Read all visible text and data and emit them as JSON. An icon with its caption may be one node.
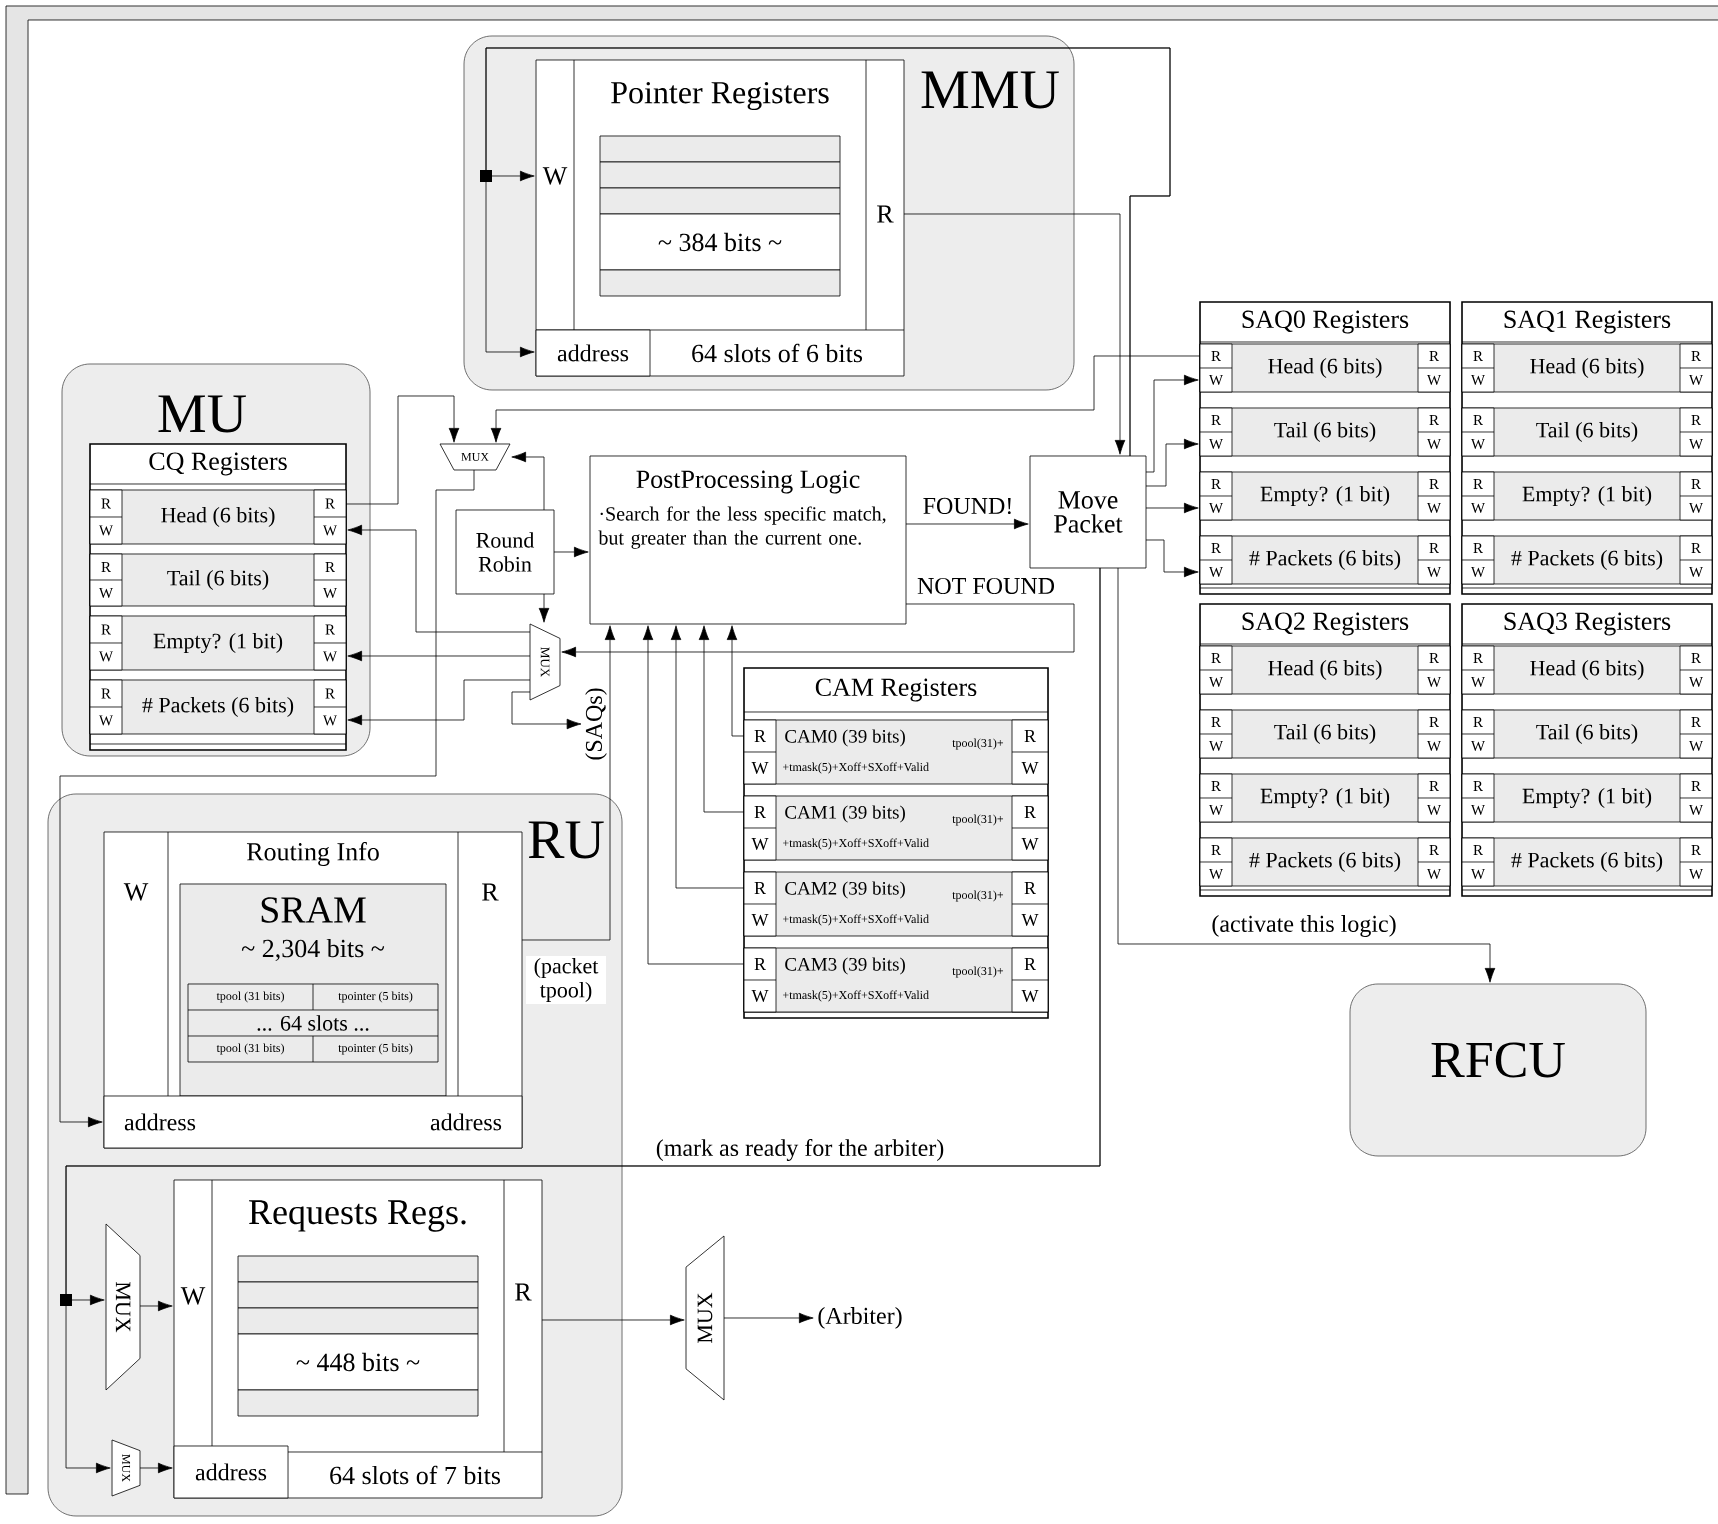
{
  "diagram": {
    "nodes": [
      {
        "text": [
          "MMU"
        ]
      },
      {
        "text": [
          "Pointer Registers",
          "W",
          "R",
          "~ 384 bits ~",
          "64 slots of 6 bits"
        ],
        "in": 0
      },
      {
        "text": [
          "address"
        ],
        "in": 1
      },
      {
        "text": [
          "MU"
        ]
      },
      {
        "text": [
          "CQ Registers"
        ],
        "in": 3
      },
      {
        "text": [
          "R",
          "W",
          "Head (6 bits)",
          "R",
          "W"
        ],
        "in": 4
      },
      {
        "text": [
          "R",
          "W",
          "Tail (6 bits)",
          "R",
          "W"
        ],
        "in": 4
      },
      {
        "text": [
          "R",
          "W",
          "Empty? (1 bit)",
          "R",
          "W"
        ],
        "in": 4
      },
      {
        "text": [
          "R",
          "W",
          "# Packets (6 bits)",
          "R",
          "W"
        ],
        "in": 4
      },
      {
        "text": [
          "MUX"
        ]
      },
      {
        "text": [
          "Round Robin"
        ]
      },
      {
        "text": [
          "PostProcessing Logic",
          "·Search for the less specific match, but greater than the current one."
        ]
      },
      {
        "text": [
          "MUX"
        ]
      },
      {
        "text": [
          "Move Packet"
        ]
      },
      {
        "text": [
          "SAQ0 Registers"
        ]
      },
      {
        "text": [
          "R",
          "W",
          "Head (6 bits)",
          "R",
          "W"
        ],
        "in": 14
      },
      {
        "text": [
          "R",
          "W",
          "Tail (6 bits)",
          "R",
          "W"
        ],
        "in": 14
      },
      {
        "text": [
          "R",
          "W",
          "Empty? (1 bit)",
          "R",
          "W"
        ],
        "in": 14
      },
      {
        "text": [
          "R",
          "W",
          "# Packets (6 bits)",
          "R",
          "W"
        ],
        "in": 14
      },
      {
        "text": [
          "SAQ1 Registers"
        ]
      },
      {
        "text": [
          "R",
          "W",
          "Head (6 bits)",
          "R",
          "W"
        ],
        "in": 19
      },
      {
        "text": [
          "R",
          "W",
          "Tail (6 bits)",
          "R",
          "W"
        ],
        "in": 19
      },
      {
        "text": [
          "R",
          "W",
          "Empty? (1 bit)",
          "R",
          "W"
        ],
        "in": 19
      },
      {
        "text": [
          "R",
          "W",
          "# Packets (6 bits)",
          "R",
          "W"
        ],
        "in": 19
      },
      {
        "text": [
          "SAQ2 Registers"
        ]
      },
      {
        "text": [
          "R",
          "W",
          "Head (6 bits)",
          "R",
          "W"
        ],
        "in": 24
      },
      {
        "text": [
          "R",
          "W",
          "Tail (6 bits)",
          "R",
          "W"
        ],
        "in": 24
      },
      {
        "text": [
          "R",
          "W",
          "Empty? (1 bit)",
          "R",
          "W"
        ],
        "in": 24
      },
      {
        "text": [
          "R",
          "W",
          "# Packets (6 bits)",
          "R",
          "W"
        ],
        "in": 24
      },
      {
        "text": [
          "SAQ3 Registers"
        ]
      },
      {
        "text": [
          "R",
          "W",
          "Head (6 bits)",
          "R",
          "W"
        ],
        "in": 29
      },
      {
        "text": [
          "R",
          "W",
          "Tail (6 bits)",
          "R",
          "W"
        ],
        "in": 29
      },
      {
        "text": [
          "R",
          "W",
          "Empty? (1 bit)",
          "R",
          "W"
        ],
        "in": 29
      },
      {
        "text": [
          "R",
          "W",
          "# Packets (6 bits)",
          "R",
          "W"
        ],
        "in": 29
      },
      {
        "text": [
          "CAM Registers"
        ]
      },
      {
        "text": [
          "R",
          "W",
          "CAM0 (39 bits)",
          "tpool(31)+",
          "+tmask(5)+Xoff+SXoff+Valid",
          "R",
          "W"
        ],
        "in": 34
      },
      {
        "text": [
          "R",
          "W",
          "CAM1 (39 bits)",
          "tpool(31)+",
          "+tmask(5)+Xoff+SXoff+Valid",
          "R",
          "W"
        ],
        "in": 34
      },
      {
        "text": [
          "R",
          "W",
          "CAM2 (39 bits)",
          "tpool(31)+",
          "+tmask(5)+Xoff+SXoff+Valid",
          "R",
          "W"
        ],
        "in": 34
      },
      {
        "text": [
          "R",
          "W",
          "CAM3 (39 bits)",
          "tpool(31)+",
          "+tmask(5)+Xoff+SXoff+Valid",
          "R",
          "W"
        ],
        "in": 34
      },
      {
        "text": [
          "RU"
        ]
      },
      {
        "text": [
          "Routing Info",
          "W",
          "R"
        ],
        "in": 39
      },
      {
        "text": [
          "SRAM",
          "~ 2,304 bits ~",
          "tpool (31 bits)",
          "tpointer (5 bits)",
          "... 64 slots ...",
          "tpool (31 bits)",
          "tpointer (5 bits)"
        ],
        "in": 40
      },
      {
        "text": [
          "address",
          "address"
        ],
        "in": 40
      },
      {
        "text": [
          "Requests Regs.",
          "W",
          "R",
          "~ 448 bits ~",
          "64 slots of 7 bits"
        ],
        "in": 39
      },
      {
        "text": [
          "address"
        ],
        "in": 43
      },
      {
        "text": [
          "MUX"
        ],
        "in": 39
      },
      {
        "text": [
          "MUX"
        ],
        "in": 39
      },
      {
        "text": [
          "MUX"
        ]
      },
      {
        "text": [
          "(Arbiter)"
        ]
      },
      {
        "text": [
          "RFCU"
        ]
      },
      {
        "text": [
          "(SAQs)"
        ]
      }
    ],
    "edges": [
      {
        "from": 13,
        "to": 1,
        "arrow": "to"
      },
      {
        "from": 13,
        "to": 2,
        "arrow": "to"
      },
      {
        "from": 1,
        "to": 13,
        "arrow": "to"
      },
      {
        "from": 13,
        "to": 15,
        "arrow": "to"
      },
      {
        "from": 13,
        "to": 16,
        "arrow": "to"
      },
      {
        "from": 13,
        "to": 17,
        "arrow": "to"
      },
      {
        "from": 13,
        "to": 18,
        "arrow": "to"
      },
      {
        "from": 5,
        "to": 9,
        "arrow": "to"
      },
      {
        "from": 15,
        "to": 9,
        "arrow": "to"
      },
      {
        "from": 10,
        "to": 9,
        "arrow": "to"
      },
      {
        "from": 10,
        "to": 11,
        "arrow": "to"
      },
      {
        "from": 10,
        "to": 12,
        "arrow": "to"
      },
      {
        "from": 12,
        "to": 5,
        "arrow": "to"
      },
      {
        "from": 12,
        "to": 7,
        "arrow": "to"
      },
      {
        "from": 12,
        "to": 8,
        "arrow": "to"
      },
      {
        "from": 12,
        "to": 50,
        "arrow": "to"
      },
      {
        "from": 11,
        "to": 12,
        "arrow": "to",
        "label": "NOT FOUND"
      },
      {
        "from": 11,
        "to": 13,
        "arrow": "to",
        "label": "FOUND!"
      },
      {
        "from": 35,
        "to": 11,
        "arrow": "to"
      },
      {
        "from": 36,
        "to": 11,
        "arrow": "to"
      },
      {
        "from": 37,
        "to": 11,
        "arrow": "to"
      },
      {
        "from": 38,
        "to": 11,
        "arrow": "to"
      },
      {
        "from": 40,
        "to": 11,
        "arrow": "to",
        "label": "(packet tpool)"
      },
      {
        "from": 13,
        "to": 49,
        "arrow": "to",
        "label": "(activate this logic)"
      },
      {
        "from": 9,
        "to": 42,
        "arrow": "to"
      },
      {
        "from": 13,
        "to": 45,
        "arrow": "to",
        "label": "(mark as ready for the arbiter)"
      },
      {
        "from": 13,
        "to": 46,
        "arrow": "to"
      },
      {
        "from": 45,
        "to": 43,
        "arrow": "to"
      },
      {
        "from": 46,
        "to": 44,
        "arrow": "to"
      },
      {
        "from": 43,
        "to": 47,
        "arrow": "to"
      },
      {
        "from": 47,
        "to": 48,
        "arrow": "to"
      }
    ]
  }
}
